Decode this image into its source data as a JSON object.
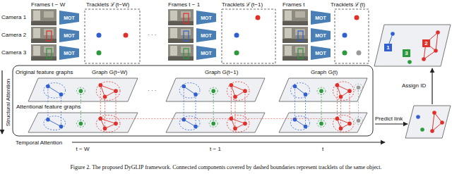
{
  "diagram": {
    "caption": "Figure 2. The proposed DyGLIP framework. Connected components covered by dashed boundaries represent tracklets of the same object.",
    "nodes": [
      {
        "text": [
          "MOT"
        ]
      },
      {
        "text": [
          "MOT"
        ]
      },
      {
        "text": [
          "MOT"
        ]
      },
      {
        "text": [
          "MOT"
        ]
      },
      {
        "text": [
          "MOT"
        ]
      },
      {
        "text": [
          "MOT"
        ]
      },
      {
        "text": [
          "MOT"
        ]
      },
      {
        "text": [
          "MOT"
        ]
      },
      {
        "text": [
          "MOT"
        ]
      },
      {
        "text": [
          "1"
        ]
      },
      {
        "text": [
          "3"
        ]
      },
      {
        "text": [
          "2"
        ]
      }
    ],
    "labels": [
      "Frames t − W",
      "Tracklets ℒ(t−W)",
      "Frames t − 1",
      "Tracklets ℒ(t−1)",
      "Frames t",
      "Tracklets ℒ(t)",
      "Camera 1",
      "Camera 2",
      "Camera 3",
      "· · ·",
      "Original feature graphs",
      "Graph G(t−W)",
      "Graph G(t−1)",
      "Graph G(t)",
      "· · ·",
      "Attentional feature graphs",
      "Structural Attention",
      "Temporal Attention",
      "t − W",
      "t − 1",
      "t",
      "Predict link",
      "Assign ID"
    ]
  }
}
